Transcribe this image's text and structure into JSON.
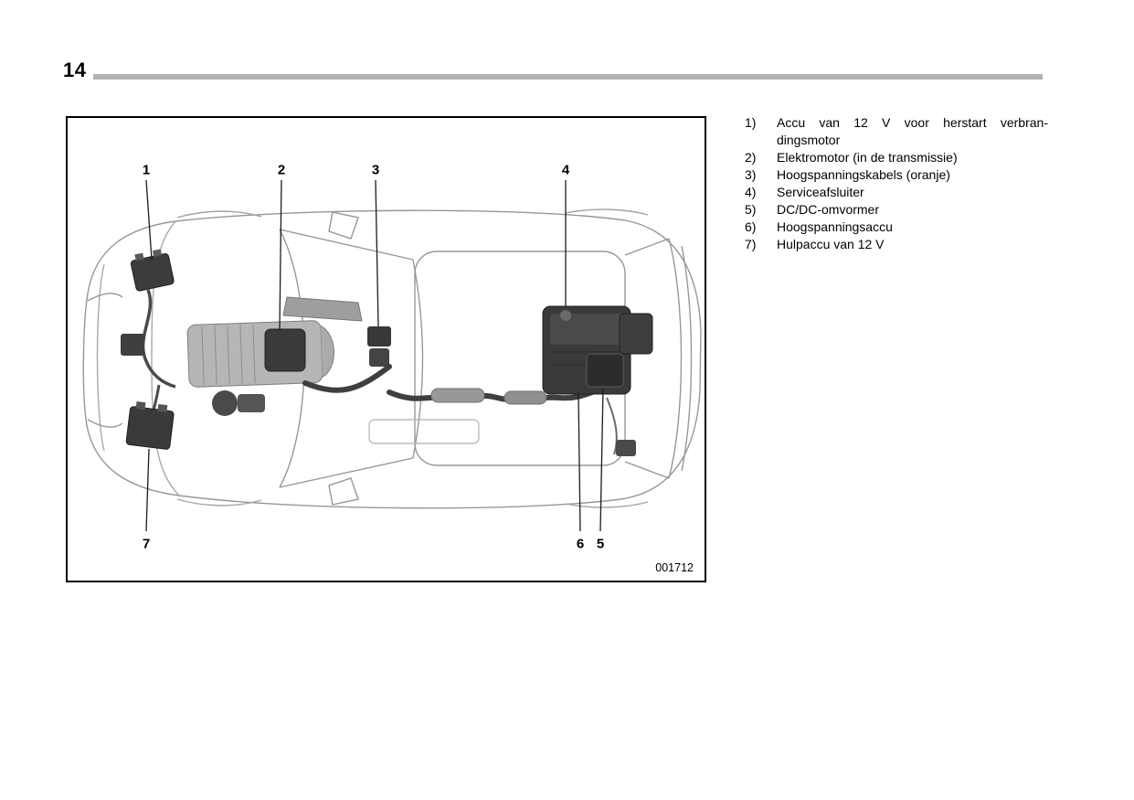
{
  "page": {
    "number": "14"
  },
  "figure": {
    "code": "001712",
    "callouts": {
      "c1": "1",
      "c2": "2",
      "c3": "3",
      "c4": "4",
      "c5": "5",
      "c6": "6",
      "c7": "7"
    }
  },
  "legend": {
    "items": [
      {
        "num": "1)",
        "text": "Accu van 12 V voor herstart verbran-dingsmotor"
      },
      {
        "num": "2)",
        "text": "Elektromotor (in de transmissie)"
      },
      {
        "num": "3)",
        "text": "Hoogspanningskabels (oranje)"
      },
      {
        "num": "4)",
        "text": "Serviceafsluiter"
      },
      {
        "num": "5)",
        "text": "DC/DC-omvormer"
      },
      {
        "num": "6)",
        "text": "Hoogspanningsaccu"
      },
      {
        "num": "7)",
        "text": "Hulpaccu van 12 V"
      }
    ]
  }
}
